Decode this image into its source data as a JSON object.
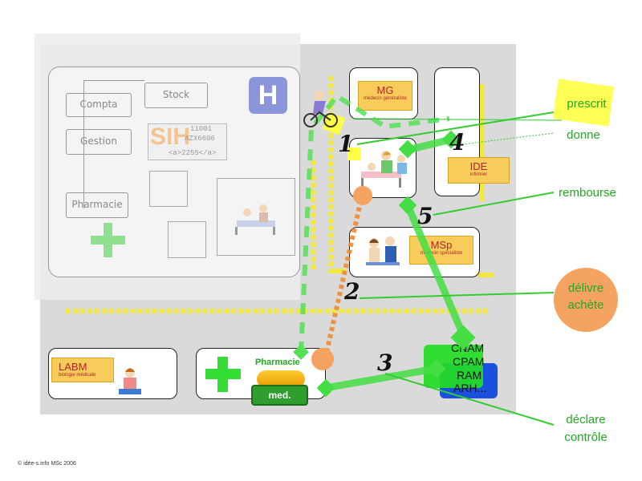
{
  "hospital": {
    "label": "H",
    "buttons": {
      "compta": "Compta",
      "gestion": "Gestion",
      "pharmacie": "Pharmacie",
      "stock": "Stock"
    },
    "sih": {
      "logo": "SIH",
      "code_line1": "11001",
      "code_line2": "AZX6606",
      "code_line3": "<a>2255</a>"
    }
  },
  "actors": {
    "mg": {
      "title": "MG",
      "subtitle": "médecin généraliste"
    },
    "ide": {
      "title": "IDE",
      "subtitle": "infirmier"
    },
    "msp": {
      "title": "MSp",
      "subtitle": "médecin spécialiste"
    },
    "labm": {
      "title": "LABM",
      "subtitle": "biologie médicale"
    },
    "pharmacie": {
      "title": "Pharmacie",
      "med": "med."
    },
    "caisses": {
      "line1": "CNAM",
      "line2": "CPAM",
      "line3": "RAM",
      "line4": "ARH..."
    }
  },
  "numbers": {
    "n1": "1",
    "n2": "2",
    "n3": "3",
    "n4": "4",
    "n5": "5"
  },
  "legend": {
    "prescrit": "prescrit",
    "donne": "donne",
    "rembourse": "rembourse",
    "delivre": "délivre",
    "achete": "achète",
    "declare": "déclare",
    "controle": "contrôle"
  },
  "colors": {
    "green": "#33dd33",
    "orange": "#f4a460",
    "yellow": "#ffff44",
    "road": "#f2e640",
    "tag": "#f7cc5a",
    "blue": "#1a4fe0"
  },
  "copyright": "© idée-s.info MSc 2006"
}
